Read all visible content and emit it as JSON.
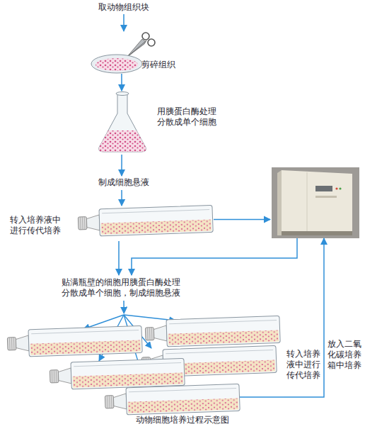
{
  "diagram": {
    "caption": "动物细胞培养过程示意图",
    "nodes": [
      {
        "text": [
          "取动物组织块"
        ]
      },
      {
        "text": [
          "剪碎组织"
        ]
      },
      {
        "text": [
          "用胰蛋白酶处理 分散成单个细胞"
        ]
      },
      {
        "text": [
          "制成细胞悬液"
        ]
      },
      {
        "text": [
          "转入培养液中 进行传代培养"
        ]
      },
      {
        "text": [
          "贴满瓶壁的细胞用胰蛋白酶处理 分散成单个细胞，制成细胞悬液"
        ]
      },
      {
        "text": [
          "转入培养 液中进行 传代培养"
        ]
      },
      {
        "text": []
      }
    ],
    "edges": [
      {
        "from": 0,
        "to": 1,
        "arrow": "to"
      },
      {
        "from": 1,
        "to": 2,
        "arrow": "to"
      },
      {
        "from": 2,
        "to": 3,
        "arrow": "to"
      },
      {
        "from": 3,
        "to": 4,
        "arrow": "to"
      },
      {
        "from": 4,
        "to": 7,
        "arrow": "to"
      },
      {
        "from": 7,
        "to": 5,
        "arrow": "to"
      },
      {
        "from": 4,
        "to": 5,
        "arrow": "to"
      },
      {
        "from": 5,
        "to": 6,
        "arrow": "to"
      },
      {
        "from": 6,
        "to": 7,
        "label": "放入二氧 化碳培养 箱中培养",
        "arrow": "to"
      }
    ]
  }
}
